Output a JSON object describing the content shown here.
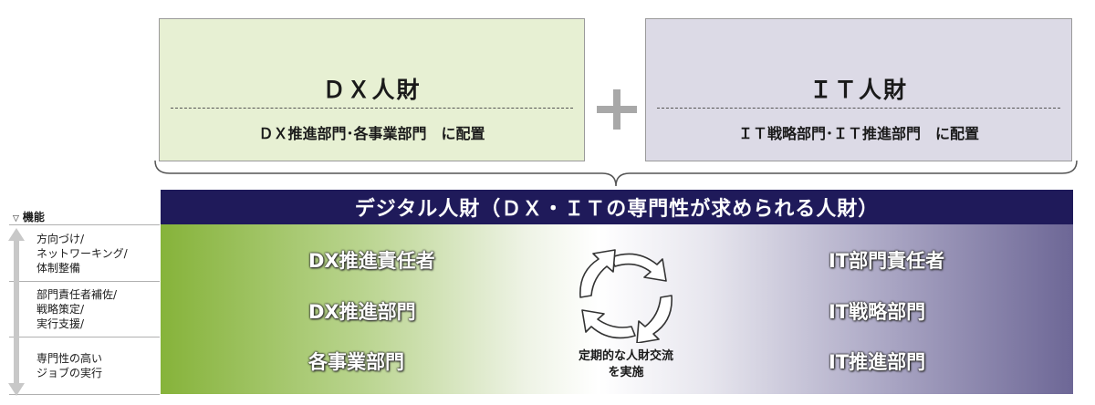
{
  "dx_box": {
    "title": "ＤＸ人財",
    "subtitle": "ＤＸ推進部門･各事業部門　に配置"
  },
  "it_box": {
    "title": "ＩＴ人財",
    "subtitle": "ＩＴ戦略部門･ＩＴ推進部門　に配置"
  },
  "banner": {
    "title": "デジタル人財（ＤＸ・ＩＴの専門性が求められる人財）"
  },
  "functions": {
    "header": "機能",
    "rows": [
      [
        "方向づけ/",
        "ネットワーキング/",
        "体制整備"
      ],
      [
        "部門責任者補佐/",
        "戦略策定/",
        "実行支援/"
      ],
      [
        "専門性の高い",
        "ジョブの実行"
      ]
    ]
  },
  "dx_roles": [
    "DX推進責任者",
    "DX推進部門",
    "各事業部門"
  ],
  "it_roles": [
    "IT部門責任者",
    "IT戦略部門",
    "IT推進部門"
  ],
  "exchange": {
    "line1": "定期的な人財交流",
    "line2": "を実施"
  },
  "colors": {
    "banner": "#1f1a5a",
    "dx_box": "#e7f0d3",
    "it_box": "#dcdae6",
    "green": "#86b33a",
    "purple": "#6d6796"
  }
}
